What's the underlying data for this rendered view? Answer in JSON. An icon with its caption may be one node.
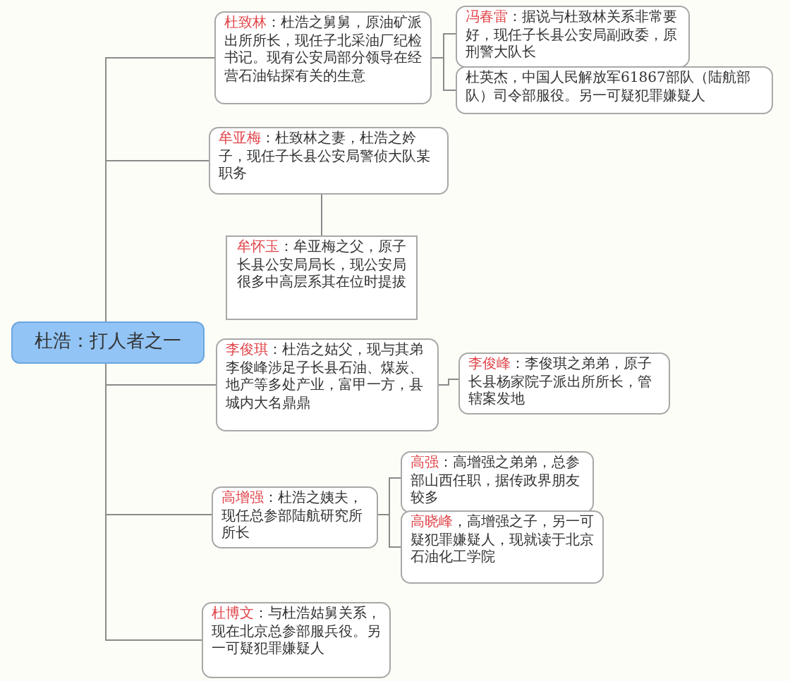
{
  "diagram": {
    "nodes": [
      {
        "text": [
          "杜浩：打人者之一"
        ]
      },
      {
        "text": [
          "杜致林",
          "：杜浩之舅舅，原油矿派出所所长，现任子北采油厂纪检书记。现有公安局部分领导在经营石油钻探有关的生意"
        ]
      },
      {
        "text": [
          "冯春雷",
          "：据说与杜致林关系非常要好，现任子长县公安局副政委，原刑警大队长"
        ]
      },
      {
        "text": [
          "杜英杰，中国人民解放军61867部队（陆航部队）司令部服役。另一可疑犯罪嫌疑人"
        ]
      },
      {
        "text": [
          "牟亚梅",
          "：杜致林之妻，杜浩之妗子，现任子长县公安局警侦大队某职务"
        ]
      },
      {
        "text": [
          "牟怀玉",
          "：牟亚梅之父，原子长县公安局局长，现公安局很多中高层系其在位时提拔"
        ]
      },
      {
        "text": [
          "李俊琪",
          "：杜浩之姑父，现与其弟李俊峰涉足子长县石油、煤炭、地产等多处产业，富甲一方，县城内大名鼎鼎"
        ]
      },
      {
        "text": [
          "李俊峰",
          "：李俊琪之弟弟，原子长县杨家院子派出所所长，管辖案发地"
        ]
      },
      {
        "text": [
          "高增强",
          "：杜浩之姨夫，现任总参部陆航研究所所长"
        ]
      },
      {
        "text": [
          "高强",
          "：高增强之弟弟，总参部山西任职，据传政界朋友较多"
        ]
      },
      {
        "text": [
          "高晓峰",
          "，高增强之子，另一可疑犯罪嫌疑人，现就读于北京石油化工学院"
        ]
      },
      {
        "text": [
          "杜博文",
          "：与杜浩姑舅关系，现在北京总参部服兵役。另一可疑犯罪嫌疑人"
        ]
      }
    ],
    "edges": [
      {
        "from": 0,
        "to": 1,
        "arrow": "none"
      },
      {
        "from": 0,
        "to": 4,
        "arrow": "none"
      },
      {
        "from": 0,
        "to": 6,
        "arrow": "none"
      },
      {
        "from": 0,
        "to": 8,
        "arrow": "none"
      },
      {
        "from": 0,
        "to": 11,
        "arrow": "none"
      },
      {
        "from": 1,
        "to": 2,
        "arrow": "none"
      },
      {
        "from": 1,
        "to": 3,
        "arrow": "none"
      },
      {
        "from": 4,
        "to": 5,
        "arrow": "none"
      },
      {
        "from": 6,
        "to": 7,
        "arrow": "none"
      },
      {
        "from": 8,
        "to": 9,
        "arrow": "none"
      },
      {
        "from": 8,
        "to": 10,
        "arrow": "none"
      }
    ]
  }
}
